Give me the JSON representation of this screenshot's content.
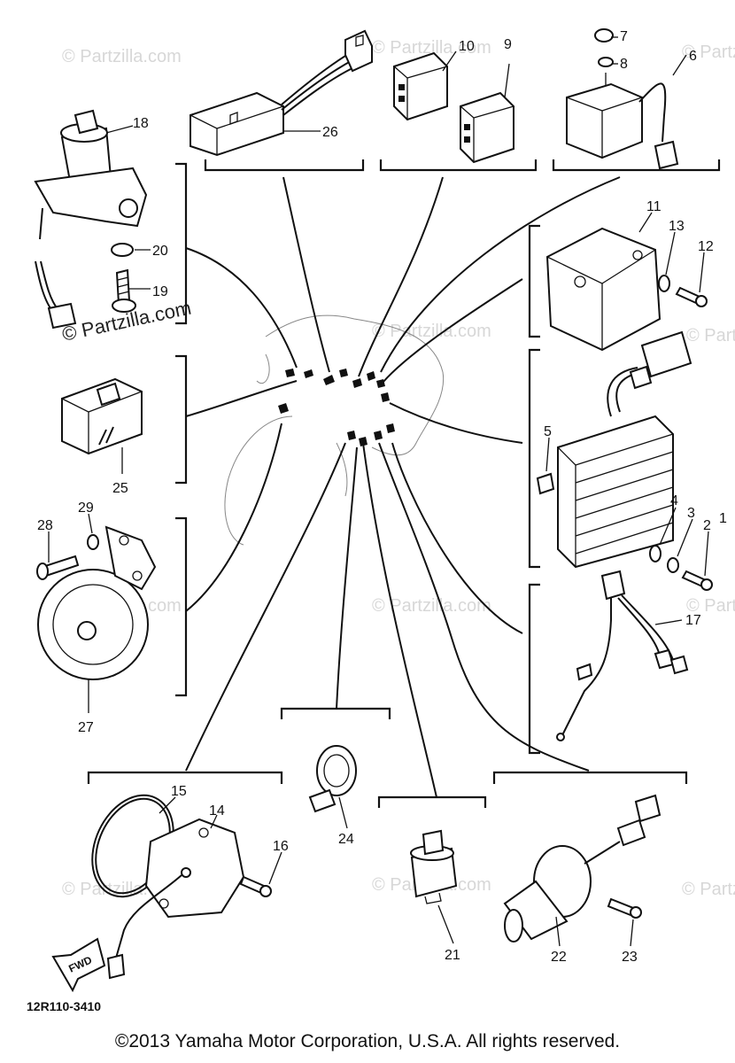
{
  "diagram": {
    "ref_code": "12R110-3410",
    "watermark": "© Partzilla.com",
    "fwd_label": "FWD",
    "copyright": "©2013  Yamaha Motor Corporation, U.S.A. All rights reserved.",
    "part_numbers": [
      "1",
      "2",
      "3",
      "4",
      "5",
      "6",
      "7",
      "8",
      "9",
      "10",
      "11",
      "12",
      "13",
      "14",
      "15",
      "16",
      "17",
      "18",
      "19",
      "20",
      "21",
      "22",
      "23",
      "24",
      "25",
      "26",
      "27",
      "28",
      "29"
    ]
  }
}
